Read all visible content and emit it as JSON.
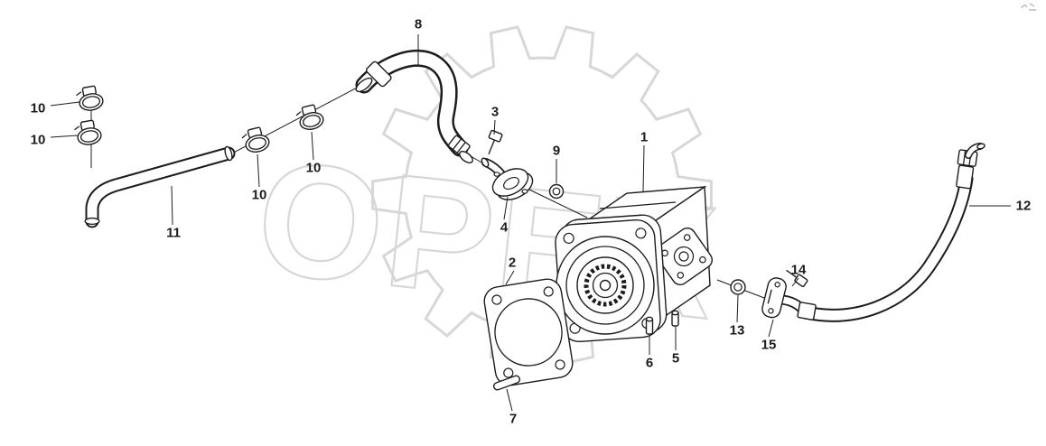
{
  "colors": {
    "bg": "#ffffff",
    "line": "#1c1c1c",
    "watermark": "#d7d7d7"
  },
  "watermark": {
    "text": "OPEX"
  },
  "callouts": {
    "c1": "1",
    "c2": "2",
    "c3": "3",
    "c4": "4",
    "c5": "5",
    "c6": "6",
    "c7": "7",
    "c8": "8",
    "c9": "9",
    "c10a": "10",
    "c10b": "10",
    "c10c": "10",
    "c10d": "10",
    "c11": "11",
    "c12": "12",
    "c13": "13",
    "c14": "14",
    "c15": "15"
  }
}
